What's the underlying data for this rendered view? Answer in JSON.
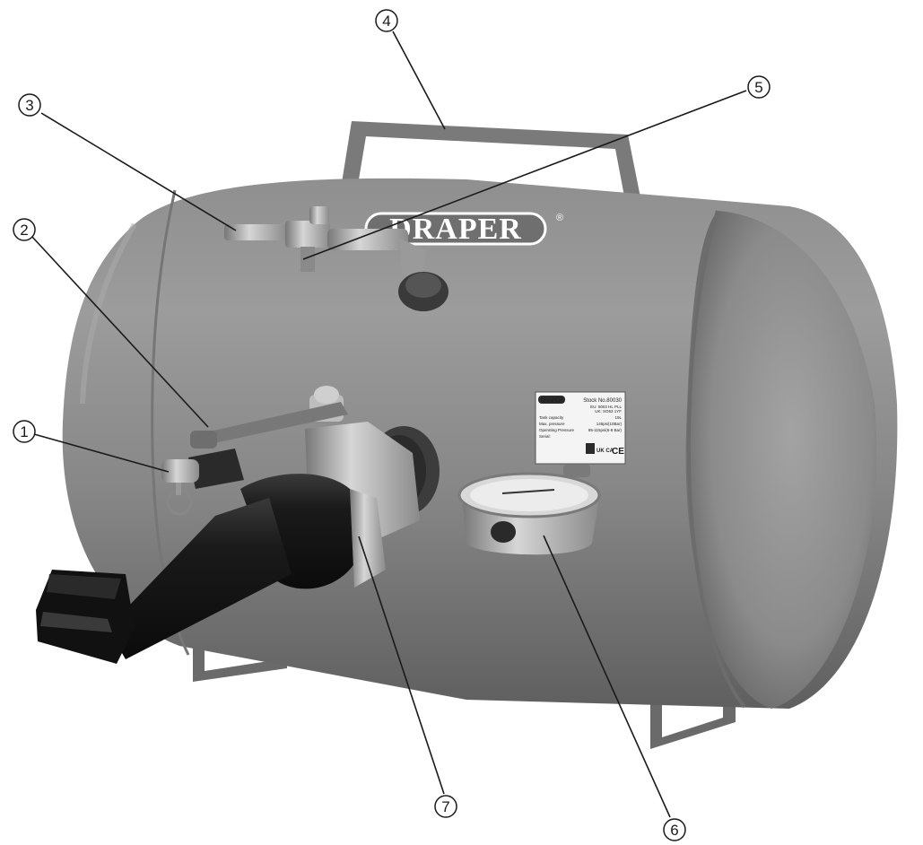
{
  "product": {
    "brand_logo": "DRAPER",
    "registered_mark": "®"
  },
  "rating_plate": {
    "logo": "DRAPER",
    "stock_no": "Stock No.80030",
    "address_line1": "EU: 5003 HL PLL",
    "address_line2": "UK: SO53 1YF",
    "row1_label": "Tank capacity",
    "row1_value": "19L",
    "row2_label": "Max. pressure",
    "row2_value": "145psi(10Bar)",
    "row3_label": "Operating Pressure",
    "row3_value": "85-115psi(6-8 Bar)",
    "row4_label": "Serial:",
    "ukca_mark": "UK CA",
    "ce_mark": "CE"
  },
  "gauge": {
    "icon": "pressure-gauge-icon"
  },
  "callouts": [
    {
      "num": "1",
      "part": "quick-coupler"
    },
    {
      "num": "2",
      "part": "ball-valve-lever"
    },
    {
      "num": "3",
      "part": "inlet-connector"
    },
    {
      "num": "4",
      "part": "carry-handle"
    },
    {
      "num": "5",
      "part": "safety-valve"
    },
    {
      "num": "6",
      "part": "pressure-gauge"
    },
    {
      "num": "7",
      "part": "blast-nozzle"
    }
  ],
  "colors": {
    "tank": "#8a8a8a",
    "tank_shadow": "#6e6e6e",
    "tank_highlight": "#a6a6a6",
    "nozzle": "#1a1a1a",
    "metal": "#b8b8b8",
    "line": "#1a1a1a"
  }
}
